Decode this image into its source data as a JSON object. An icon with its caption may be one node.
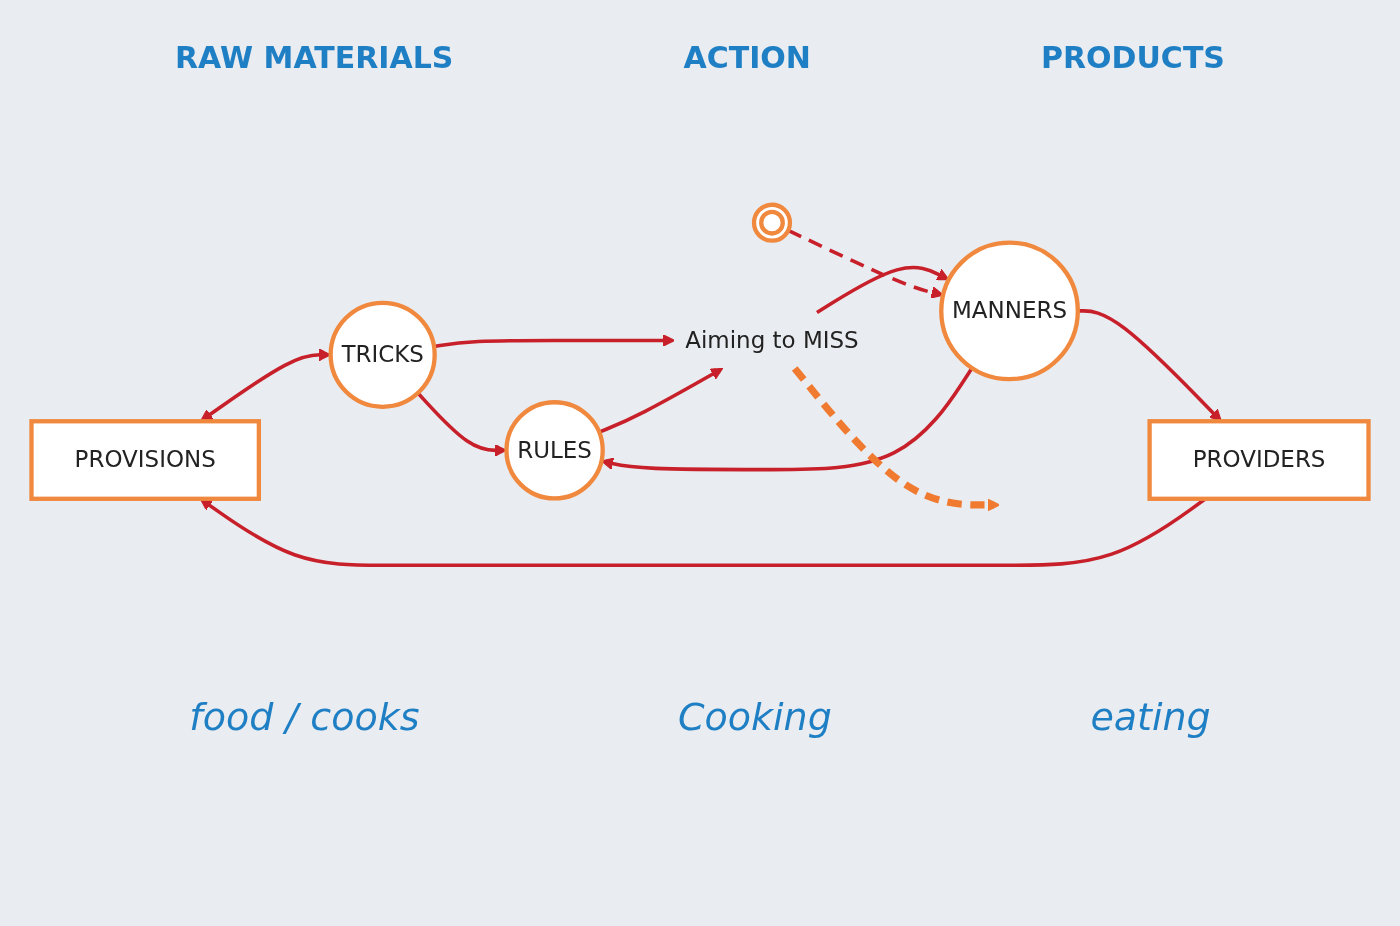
{
  "diagram": {
    "nodes": [
      {
        "text": [
          "PROVISIONS"
        ]
      },
      {
        "text": [
          "PROVIDERS"
        ]
      },
      {
        "text": [
          "TRICKS"
        ]
      },
      {
        "text": [
          "RULES"
        ]
      },
      {
        "text": [
          "MANNERS"
        ]
      },
      {
        "text": [
          "Aiming to MISS"
        ]
      },
      {
        "text": [],
        "shape": "circle"
      }
    ],
    "edges": [
      {
        "from": 0,
        "to": 2,
        "arrow": "both"
      },
      {
        "from": 2,
        "to": 3,
        "arrow": "to"
      },
      {
        "from": 4,
        "to": 3,
        "arrow": "to"
      },
      {
        "from": 1,
        "to": 0,
        "arrow": "to"
      },
      {
        "from": 4,
        "to": 1,
        "arrow": "to"
      },
      {
        "from": 2,
        "to": 5,
        "arrow": "to"
      },
      {
        "from": 3,
        "to": 5,
        "arrow": "to"
      },
      {
        "from": 5,
        "to": 4,
        "arrow": "to"
      },
      {
        "from": 5,
        "to": null,
        "arrow": "to",
        "style": "dashed",
        "color": "#f07a30"
      },
      {
        "from": 6,
        "to": 4,
        "arrow": "to",
        "style": "dashed"
      }
    ],
    "labels": [
      "RAW MATERIALS",
      "ACTION",
      "PRODUCTS",
      "food / cooks",
      "Cooking",
      "eating"
    ]
  }
}
